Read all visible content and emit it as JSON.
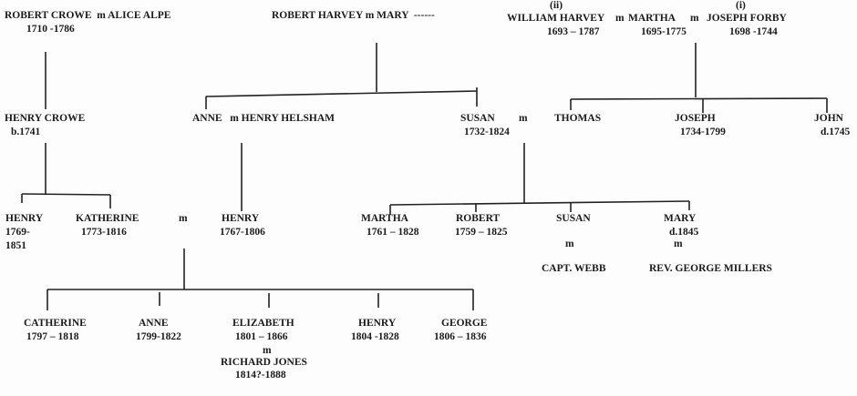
{
  "crowe": {
    "parents": "ROBERT CROWE  m ALICE ALPE",
    "parents_dates": "1710 -1786",
    "son": "HENRY CROWE",
    "son_dates": "b.1741",
    "children": [
      {
        "name": "HENRY",
        "dates1": "1769-",
        "dates2": "1851"
      },
      {
        "name": "KATHERINE",
        "dates": "1773-1816"
      }
    ],
    "marriage": "m"
  },
  "robert_harvey": {
    "parents": "ROBERT HARVEY m MARY  ------",
    "anne": "ANNE   m HENRY HELSHAM",
    "henry": "HENRY",
    "henry_dates": "1767-1806",
    "susan": "SUSAN",
    "susan_m": "m",
    "susan_dates": "1732-1824"
  },
  "william_harvey": {
    "ii": "(ii)",
    "i": "(i)",
    "william": "WILLIAM HARVEY",
    "william_dates": "1693 – 1787",
    "m1": "m",
    "martha": "MARTHA",
    "martha_dates": "1695-1775",
    "m2": "m",
    "joseph_forby": "JOSEPH FORBY",
    "joseph_forby_dates": "1698 -1744",
    "children": [
      {
        "name": "THOMAS",
        "dates": ""
      },
      {
        "name": "JOSEPH",
        "dates": "1734-1799"
      },
      {
        "name": "JOHN",
        "dates": "d.1745"
      }
    ]
  },
  "susan_children": [
    {
      "name": "MARTHA",
      "dates": "1761 – 1828"
    },
    {
      "name": "ROBERT",
      "dates": "1759 – 1825"
    },
    {
      "name": "SUSAN",
      "m": "m",
      "spouse": "CAPT. WEBB"
    },
    {
      "name": "MARY",
      "dates": "d.1845",
      "m": "m",
      "spouse": "REV. GEORGE MILLERS"
    }
  ],
  "grandchildren": [
    {
      "name": "CATHERINE",
      "dates": "1797 – 1818"
    },
    {
      "name": "ANNE",
      "dates": "1799-1822"
    },
    {
      "name": "ELIZABETH",
      "dates": "1801 – 1866",
      "m": "m",
      "spouse": "RICHARD JONES",
      "spouse_dates": "1814?-1888"
    },
    {
      "name": "HENRY",
      "dates": "1804 -1828"
    },
    {
      "name": "GEORGE",
      "dates": "1806 – 1836"
    }
  ]
}
